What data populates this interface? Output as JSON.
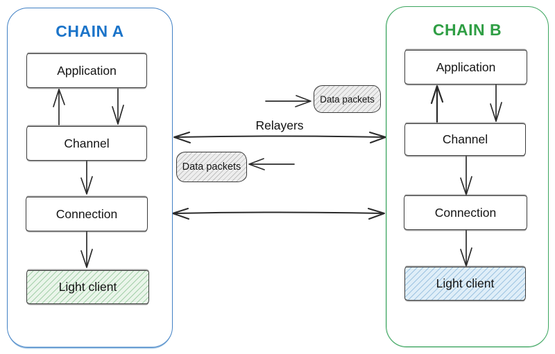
{
  "diagram_type": "ibc-cross-chain-architecture",
  "chain_a": {
    "title": "CHAIN A",
    "title_color": "#1b74c9",
    "border_color": "#4080c4",
    "nodes": [
      {
        "id": "application",
        "label": "Application",
        "fill": "#ffffff"
      },
      {
        "id": "channel",
        "label": "Channel",
        "fill": "#ffffff"
      },
      {
        "id": "connection",
        "label": "Connection",
        "fill": "#ffffff"
      },
      {
        "id": "light-client",
        "label": "Light client",
        "fill": "#eaf5ea",
        "hatch_color": "#6ab074"
      }
    ]
  },
  "chain_b": {
    "title": "CHAIN B",
    "title_color": "#2f9e44",
    "border_color": "#3aa55d",
    "nodes": [
      {
        "id": "application",
        "label": "Application",
        "fill": "#ffffff"
      },
      {
        "id": "channel",
        "label": "Channel",
        "fill": "#ffffff"
      },
      {
        "id": "connection",
        "label": "Connection",
        "fill": "#ffffff"
      },
      {
        "id": "light-client",
        "label": "Light client",
        "fill": "#dfeef8",
        "hatch_color": "#5e9acb"
      }
    ]
  },
  "middle": {
    "relayers_label": "Relayers",
    "packets": [
      {
        "label": "Data packets",
        "position": "upper-right",
        "fill": "#eeeeee"
      },
      {
        "label": "Data packets",
        "position": "lower-left",
        "fill": "#eeeeee"
      }
    ]
  },
  "edges": [
    {
      "from": "chain_a.channel",
      "to": "chain_a.application",
      "direction": "up"
    },
    {
      "from": "chain_a.application",
      "to": "chain_a.channel",
      "direction": "down"
    },
    {
      "from": "chain_a.channel",
      "to": "chain_a.connection",
      "direction": "down"
    },
    {
      "from": "chain_a.connection",
      "to": "chain_a.light-client",
      "direction": "down"
    },
    {
      "from": "chain_b.channel",
      "to": "chain_b.application",
      "direction": "up"
    },
    {
      "from": "chain_b.application",
      "to": "chain_b.channel",
      "direction": "down"
    },
    {
      "from": "chain_b.channel",
      "to": "chain_b.connection",
      "direction": "down"
    },
    {
      "from": "chain_b.connection",
      "to": "chain_b.light-client",
      "direction": "down"
    },
    {
      "from": "chain_a.channel",
      "to": "chain_b.channel",
      "direction": "both",
      "label": "Relayers"
    },
    {
      "from": "chain_a.connection",
      "to": "chain_b.connection",
      "direction": "both"
    },
    {
      "from": "relayer-path",
      "to": "data-packets-upper",
      "direction": "right"
    },
    {
      "from": "relayer-path",
      "to": "data-packets-lower",
      "direction": "left"
    }
  ],
  "arrow_color": "#2b2b2b"
}
